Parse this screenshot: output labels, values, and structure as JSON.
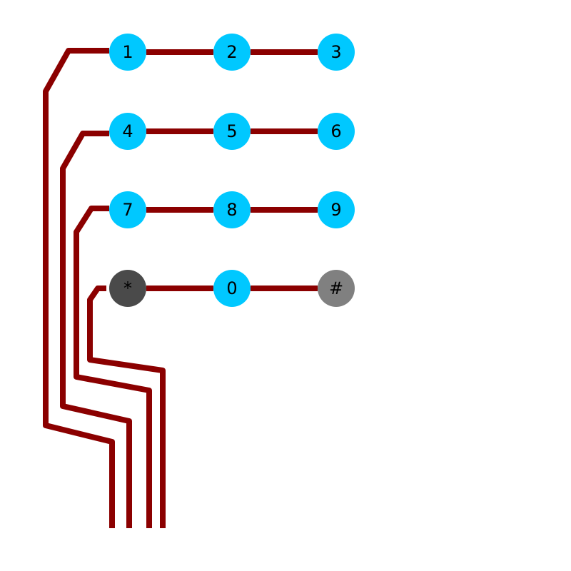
{
  "colors": {
    "wire": "#8b0000",
    "key_default": "#00c8ff",
    "key_star": "#4a4a4a",
    "key_hash": "#808080",
    "label": "#000000"
  },
  "keypad": {
    "rows": [
      [
        {
          "label": "1",
          "style": "default"
        },
        {
          "label": "2",
          "style": "default"
        },
        {
          "label": "3",
          "style": "default"
        }
      ],
      [
        {
          "label": "4",
          "style": "default"
        },
        {
          "label": "5",
          "style": "default"
        },
        {
          "label": "6",
          "style": "default"
        }
      ],
      [
        {
          "label": "7",
          "style": "default"
        },
        {
          "label": "8",
          "style": "default"
        },
        {
          "label": "9",
          "style": "default"
        }
      ],
      [
        {
          "label": "*",
          "style": "star"
        },
        {
          "label": "0",
          "style": "default"
        },
        {
          "label": "#",
          "style": "hash"
        }
      ]
    ]
  }
}
